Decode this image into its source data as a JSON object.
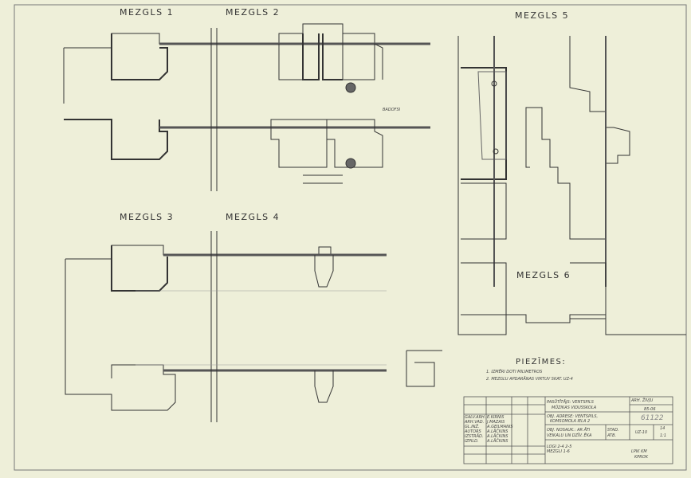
{
  "drawing": {
    "node_labels": [
      "MEZGLS 1",
      "MEZGLS 2",
      "MEZGLS 3",
      "MEZGLS 4",
      "MEZGLS 5",
      "MEZGLS 6"
    ],
    "bolt_label": "BADOFSI",
    "notes_title": "PIEZĪMES:",
    "notes": [
      "1. IZMĒRI DOTI MILIMETROS",
      "2. MEZGLU APDARĀNAS VIRTUV SKAT. UZ-4"
    ]
  },
  "title_block": {
    "client": "PASŪTĪTĀJS: VENTSPILS",
    "client2": "MŪZIKAS VIDUSSKOLA",
    "address": "OBJ. ADRESE: VENTSPILS,",
    "address2": "KOMSOMOLA IELA 2",
    "object": "OBJ. NOSAUK.: AR ĀTI",
    "object2": "VEIKALU UN DZĪV. ĒKA",
    "sheet_title": "LOGI 2-4 2-5",
    "sheet_title2": "MEZGLI 1-6",
    "stage_label": "STAD.",
    "stage": "ATB.",
    "archive": "ARH. ŽIVJU",
    "year": "85-06",
    "number": "61122",
    "drawing_code": "UZ-10",
    "sheet_no": "14",
    "scale": "1:1",
    "org": "LPIK KM",
    "org2": "KPROK",
    "staff": [
      {
        "role": "GALV.ARH.",
        "name": "E.KIRNIS"
      },
      {
        "role": "ARH.VAD.",
        "name": "J.MAZAIS"
      },
      {
        "role": "GL.INŽ.",
        "name": "A.GEILMANIS"
      },
      {
        "role": "AUTORS",
        "name": "A.LĀČKINS"
      },
      {
        "role": "IZSTRĀD.",
        "name": "A.LĀČKINS"
      },
      {
        "role": "IZPILD.",
        "name": "A.LĀČKINS"
      }
    ]
  }
}
